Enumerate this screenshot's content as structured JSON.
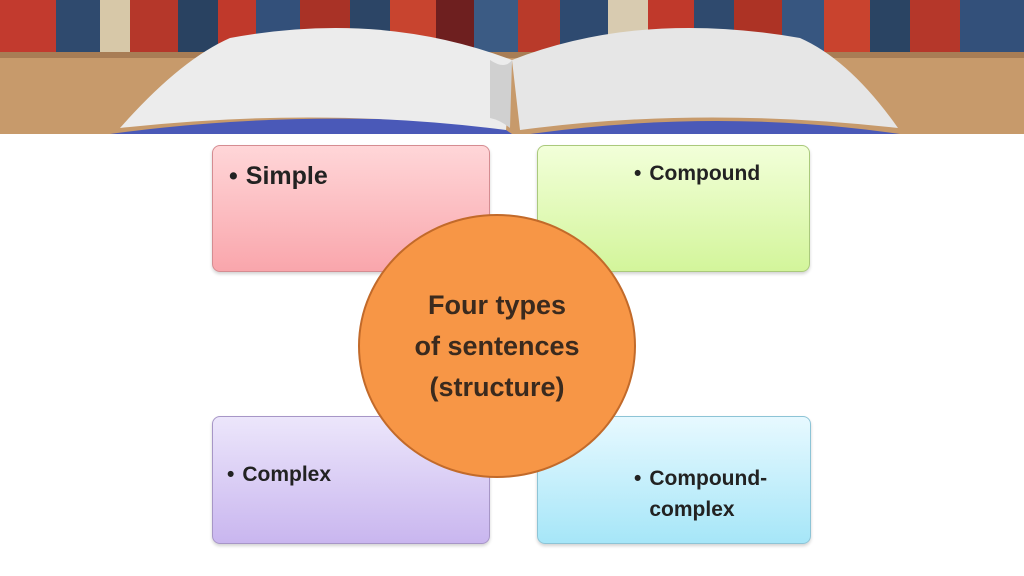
{
  "diagram": {
    "center_label": "Four types of sentences (structure)",
    "quadrants": [
      {
        "label": "Simple",
        "color": "#f9a6ac"
      },
      {
        "label": "Compound",
        "color": "#d3f59b"
      },
      {
        "label": "Complex",
        "color": "#c9b6ef"
      },
      {
        "label": "Compound-complex",
        "color": "#a6e6f8"
      }
    ],
    "center_color": "#f79646",
    "bullet": "•"
  },
  "background": {
    "image": "open book in front of bookshelf",
    "icon": "open-book-icon"
  }
}
